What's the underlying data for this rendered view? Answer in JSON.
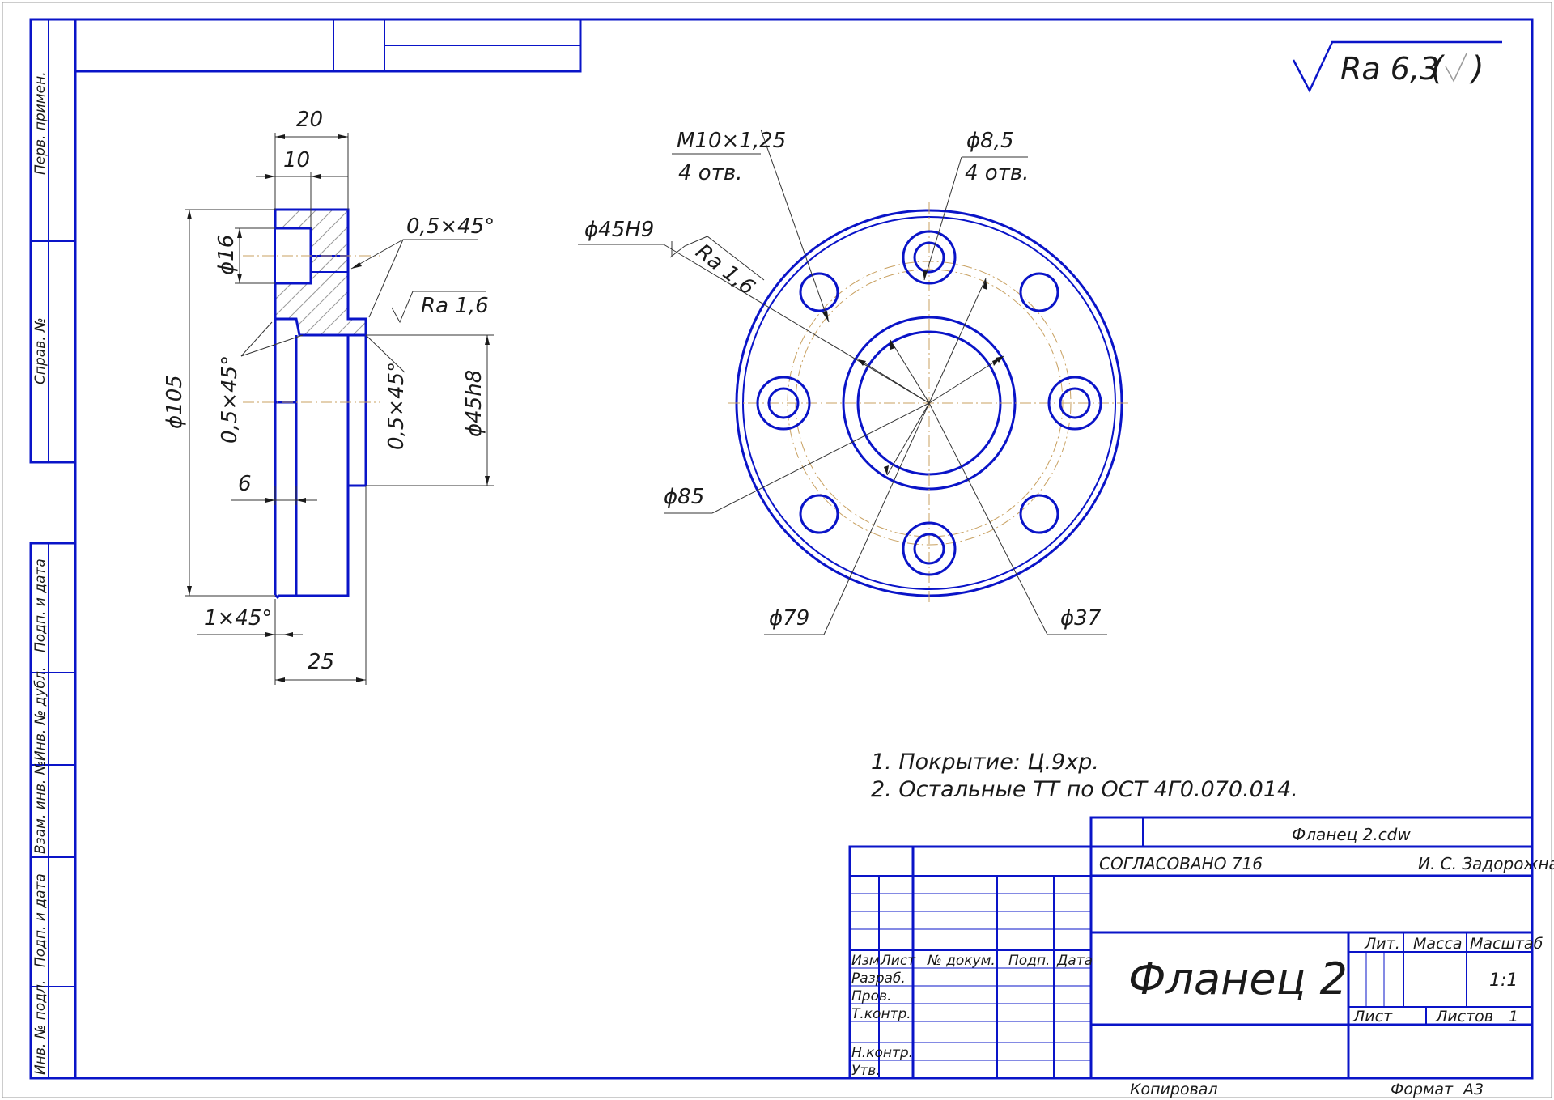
{
  "stamps": {
    "perv_primen": "Перв. примен.",
    "sprav_no": "Справ. №",
    "podp_data_1": "Подп. и дата",
    "inv_dubl": "Инв. № дубл.",
    "vzam_inv": "Взам. инв. №",
    "podp_data_2": "Подп. и дата",
    "inv_podl": "Инв. № подл."
  },
  "roughness_general": {
    "main": "Ra 6,3",
    "paren_open": "(",
    "paren_close": ")"
  },
  "section_view": {
    "dim_20": "20",
    "dim_10": "10",
    "dim_d16": "ϕ16",
    "dim_chamfer_top": "0,5×45°",
    "dim_ra16": "Ra 1,6",
    "dim_d105": "ϕ105",
    "dim_chamfer_left": "0,5×45°",
    "dim_chamfer_right": "0,5×45°",
    "dim_d45h8": "ϕ45h8",
    "dim_6": "6",
    "dim_1x45": "1×45°",
    "dim_25": "25"
  },
  "front_view": {
    "thread_label": "M10×1,25",
    "thread_count": "4 отв.",
    "hole_label": "ϕ8,5",
    "hole_count": "4 отв.",
    "bore": "ϕ45H9",
    "bore_roughness": "Ra 1,6",
    "d85": "ϕ85",
    "d79": "ϕ79",
    "d37": "ϕ37"
  },
  "notes": [
    "1. Покрытие: Ц.9хр.",
    "2. Остальные ТТ по ОСТ 4Г0.070.014."
  ],
  "title_block": {
    "file_name": "Фланец 2.cdw",
    "agreed": "СОГЛАСОВАНО 716",
    "author": "И. С. Задорожная",
    "hdr_izm": "Изм.",
    "hdr_list": "Лист",
    "hdr_doc": "№ докум.",
    "hdr_podp": "Подп.",
    "hdr_data": "Дата",
    "row_razrab": "Разраб.",
    "row_prov": "Пров.",
    "row_tkontr": "Т.контр.",
    "row_nkontr": "Н.контр.",
    "row_utv": "Утв.",
    "part_name": "Фланец 2",
    "hdr_lit": "Лит.",
    "hdr_massa": "Масса",
    "hdr_masshtab": "Масштаб",
    "scale": "1:1",
    "sheet_label": "Лист",
    "sheets_label": "Листов",
    "sheets_count": "1",
    "copied": "Копировал",
    "format_label": "Формат",
    "format_value": "А3"
  }
}
